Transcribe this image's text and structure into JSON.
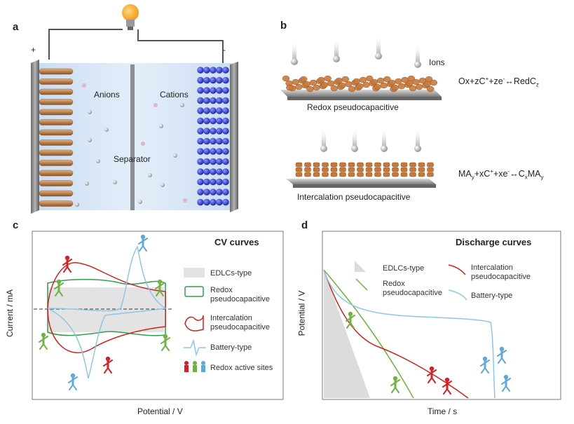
{
  "panel_a": {
    "letter": "a",
    "plus": "+",
    "minus": "-",
    "anions": "Anions",
    "cations": "Cations",
    "separator": "Separator"
  },
  "panel_b": {
    "letter": "b",
    "ions": "Ions",
    "redox_label": "Redox pseudocapacitive",
    "intercalation_label": "Intercalation pseudocapacitive",
    "redox_eq": {
      "a": "Ox+zC",
      "a_sup": "+",
      "b": "+ze",
      "b_sup": "-",
      "c": "↔RedC",
      "c_sub": "z"
    },
    "inter_eq": {
      "a": "MA",
      "a_sub": "y",
      "b": "+xC",
      "b_sup": "+",
      "c": "+xe",
      "c_sup": "-",
      "d": "↔C",
      "d_sub": "x",
      "e": "MA",
      "e_sub": "y"
    }
  },
  "panel_c": {
    "letter": "c",
    "title": "CV curves",
    "ylabel": "Current / mA",
    "xlabel": "Potential / V",
    "legend": [
      "EDLCs-type",
      "Redox\npseudocapacitive",
      "Intercalation\npseudocapacitive",
      "Battery-type",
      "Redox active sites"
    ]
  },
  "panel_d": {
    "letter": "d",
    "title": "Discharge curves",
    "ylabel": "Potential / V",
    "xlabel": "Time / s",
    "legend": [
      "EDLCs-type",
      "Redox\npseudocapacitive",
      "Intercalation\npseudocapacitive",
      "Battery-type"
    ]
  },
  "colors": {
    "edlc": "#d9d9d9",
    "redox": "#2e9e4f",
    "intercalation": "#d62020",
    "battery": "#7fc3e6",
    "green_figure": "#6cb33f",
    "red_figure": "#d61f26",
    "blue_figure": "#5fa8dc",
    "anode_rods": "#c98548",
    "cathode_rods": "#2333d8",
    "electrolyte": "#d6e6f7"
  }
}
